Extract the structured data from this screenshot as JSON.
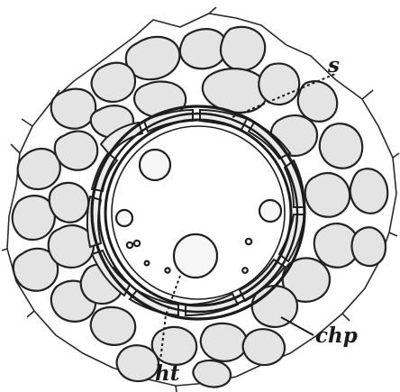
{
  "figure": {
    "labels": {
      "s": "s",
      "chp": "chp",
      "ht": "ht"
    }
  }
}
